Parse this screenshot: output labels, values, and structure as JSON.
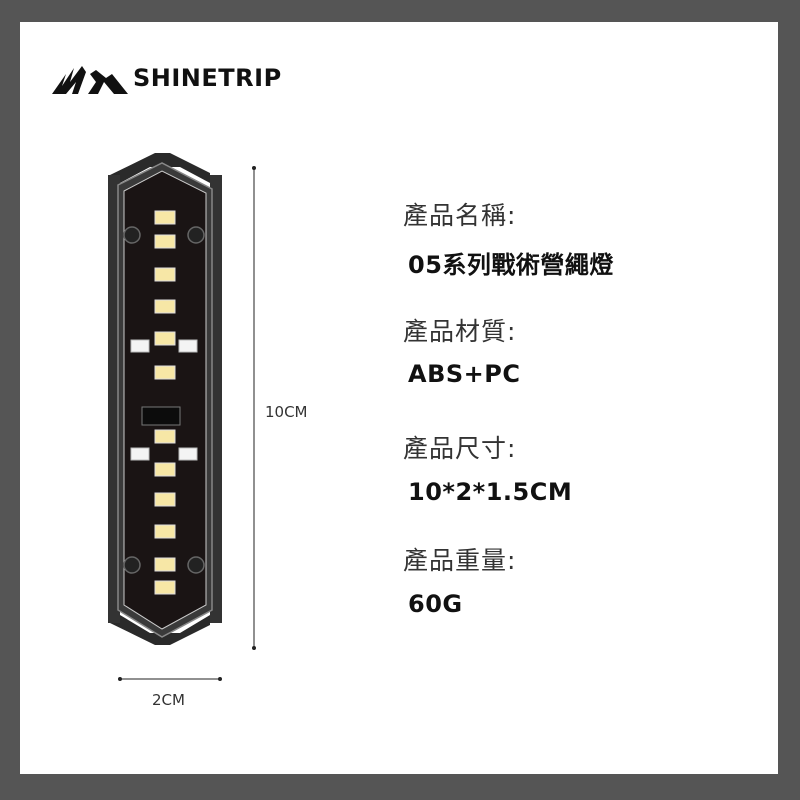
{
  "brand": {
    "name": "SHINETRIP"
  },
  "specs": [
    {
      "label": "產品名稱:",
      "value": "05系列戰術營繩燈"
    },
    {
      "label": "產品材質:",
      "value": "ABS+PC"
    },
    {
      "label": "產品尺寸:",
      "value": "10*2*1.5CM"
    },
    {
      "label": "產品重量:",
      "value": "60G"
    }
  ],
  "dimensions": {
    "height": "10CM",
    "width": "2CM"
  },
  "colors": {
    "frame": "#555555",
    "background": "#ffffff",
    "led": "#f7e7a6",
    "pcb": "#1a1414"
  }
}
